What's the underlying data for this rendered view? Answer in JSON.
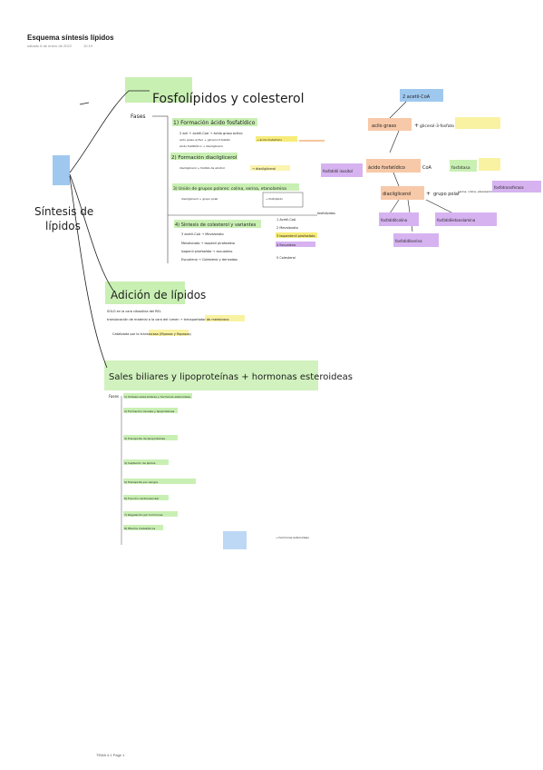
{
  "header": {
    "title": "Esquema síntesis lípidos",
    "date": "sábado 8 de enero de 2022",
    "time": "10:19"
  },
  "footer": {
    "page": "TEMA 4.1 Page 1"
  },
  "colors": {
    "green": "#c9f0b3",
    "blue": "#9fc8ef",
    "orange": "#f7c9a8",
    "purple": "#d6b3f0",
    "yellow": "#f7ec7a",
    "ink": "#1e1e1e"
  },
  "center": {
    "title_line1": "Síntesis de",
    "title_line2": "lípidos"
  },
  "phospholipids": {
    "title": "Fosfolípidos y colesterol",
    "fases": "Fases",
    "step1": "1) Formación ácido fosfatídico",
    "step1_a": "2 acil + acetil-CoA → ácido graso activo",
    "step1_b": "acilo graso activo + glicerol-3-fosfato",
    "step1_c": "→ ácido fosfatídico",
    "step1_d": "ácido fosfatídico → diacilglicerol",
    "step2": "2) Formación diacilglicerol",
    "step2_a": "diacilglicerol + fosfato de alcohol",
    "step2_b": "→ diacilglicerol",
    "step3": "3) Unión de grupos polares: colina, serina, etanolamina",
    "step3_a": "diacilglicerol + grupo polar",
    "step3_b": "→ fosfolípido",
    "step3_c": "fosfolípidos",
    "step4": "4) Síntesis de colesterol y variantes",
    "step4_a": "3 acetil-CoA → Mevalonato",
    "step4_b": "Mevalonato → Isopenil pirofosfato",
    "step4_c": "Isopenil pirofosfato → escualeno",
    "step4_d": "Escualeno → Colesterol y derivados",
    "list_1": "1 Acetil-CoA",
    "list_2": "2 Mevalonato",
    "list_3": "3 Isopentenil pirofosfato",
    "list_4": "4 Escualeno",
    "list_5": "5 Colesterol"
  },
  "adipose": {
    "title": "Adición de lípidos",
    "line1": "SOLO en la cara citosólica del REL",
    "line2": "translocación de material a la cara del lumen → transportador de membrana",
    "line3": "Catalizada por la translocasa (flipasas y flopasas)"
  },
  "bile": {
    "title": "Sales biliares y lipoproteínas + hormonas esteroideas",
    "fases": "Fases",
    "s1": "1) Síntesis sales biliares y hormonas esteroideas",
    "s2": "2) Formación micelas y lipoproteínas",
    "s3": "3) Transporte de lipoproteínas",
    "s4": "4) Captación de lípidos",
    "s5": "5) Transporte por sangre",
    "s6": "6) Función cardiovascular",
    "s7": "7) Regulación por hormonas",
    "s8": "8) Efectos metabólicos",
    "s9": "→ hormonas esteroideas"
  },
  "diagram": {
    "n1": "2 acetil-CoA",
    "n2": "acilo graso",
    "n3": "glicerol-3-fosfato",
    "n4": "ácido fosfatídico",
    "n5": "fosfatidil inositol",
    "n6": "CoA",
    "n7": "fosfatasa",
    "n8": "diacilglicerol",
    "n9": "grupo polar",
    "n10": "fosfotransferasa",
    "n11": "fosfatidilcolina",
    "n12": "fosfatidiletanolamina",
    "n13": "fosfatidilserina",
    "n14": "serina, colina, etanolamina"
  }
}
